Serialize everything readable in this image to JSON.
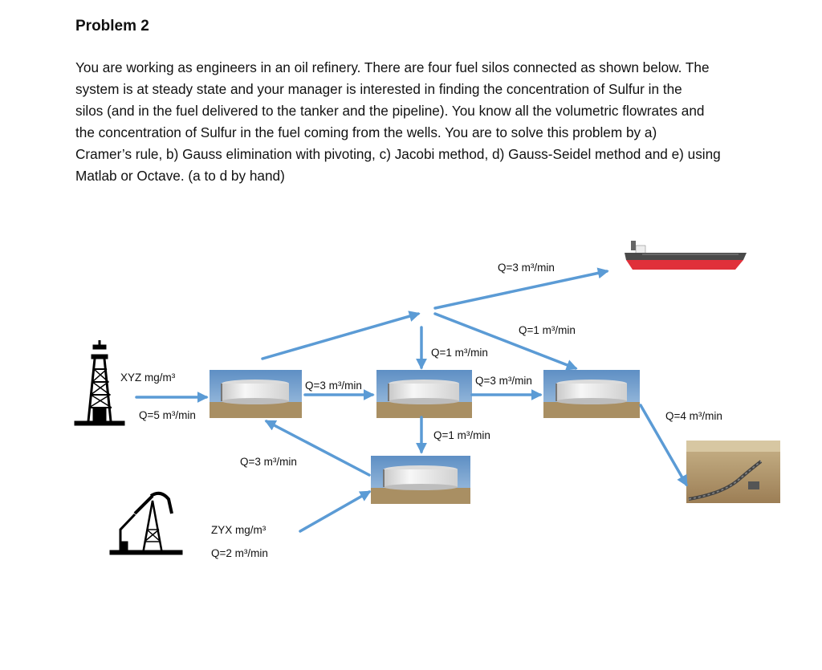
{
  "problem_title": "Problem 2",
  "paragraph_lines": [
    "You are working as engineers in an oil refinery. There are four fuel silos connected as shown below. The",
    "system is at steady state and your manager is interested in finding the concentration of Sulfur in the",
    "silos (and in the fuel delivered to the tanker and the pipeline). You know all the volumetric flowrates and",
    "the concentration of Sulfur in the fuel coming from the wells. You are to solve this problem by a)",
    "Cramer’s rule, b) Gauss elimination with pivoting, c) Jacobi method, d) Gauss-Seidel method and e) using",
    "Matlab or Octave. (a to d by hand)"
  ],
  "labels": {
    "q_to_tanker": "Q=3 m³/min",
    "q_top_diagonal": "Q=1 m³/min",
    "q_top_to_center": "Q=1 m³/min",
    "q_silo1_to_silo2": "Q=3 m³/min",
    "q_silo2_to_silo3": "Q=3 m³/min",
    "q_silo3_to_pipeline": "Q=4 m³/min",
    "q_silo2_to_silo4": "Q=1 m³/min",
    "q_silo4_to_silo1": "Q=3 m³/min",
    "well1_concentration": "XYZ mg/m³",
    "well1_flow": "Q=5 m³/min",
    "well2_concentration": "ZYX mg/m³",
    "well2_flow": "Q=2 m³/min"
  },
  "colors": {
    "arrow": "#5b9bd5",
    "silo_body": "#f2f2f2",
    "sky": "#6f9fcf",
    "ground": "#b49a6a",
    "ship_hull": "#e0303a"
  },
  "icons": {
    "well1": "oil-derrick-icon",
    "well2": "pumpjack-icon",
    "tanker": "oil-tanker-ship",
    "pipeline": "pipeline-desert-photo"
  }
}
